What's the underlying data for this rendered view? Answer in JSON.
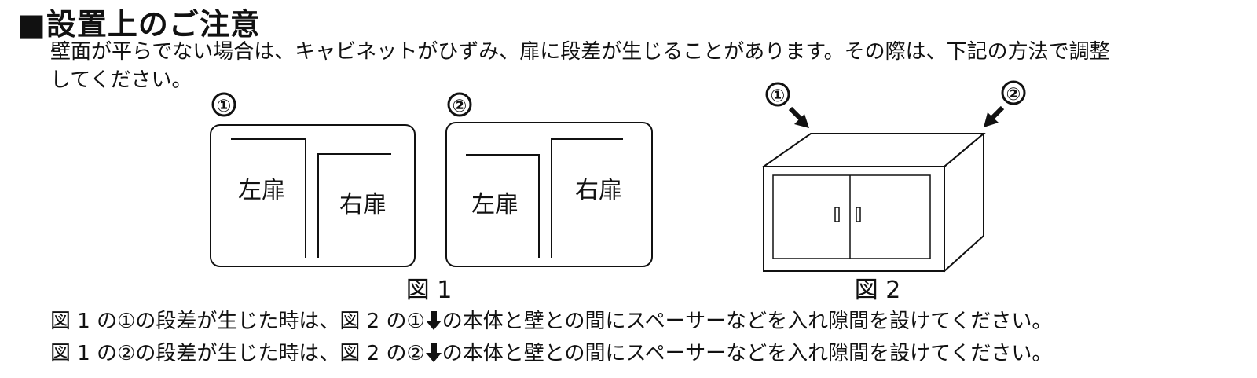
{
  "title": "■設置上のご注意",
  "intro": {
    "line1": "壁面が平らでない場合は、キャビネットがひずみ、扉に段差が生じることがあります。その際は、下記の方法で調整",
    "line2": "してください。"
  },
  "figure1": {
    "caption": "図 1",
    "panel1": {
      "marker": "①",
      "left_door": "左扉",
      "right_door": "右扉"
    },
    "panel2": {
      "marker": "②",
      "left_door": "左扉",
      "right_door": "右扉"
    }
  },
  "figure2": {
    "caption": "図 2",
    "marker1": "①",
    "marker2": "②"
  },
  "notes": [
    {
      "before": "図 1 の①の段差が生じた時は、図 2 の①",
      "after": "の本体と壁との間にスペーサーなどを入れ隙間を設けてください。"
    },
    {
      "before": "図 1 の②の段差が生じた時は、図 2 の②",
      "after": "の本体と壁との間にスペーサーなどを入れ隙間を設けてください。"
    }
  ]
}
